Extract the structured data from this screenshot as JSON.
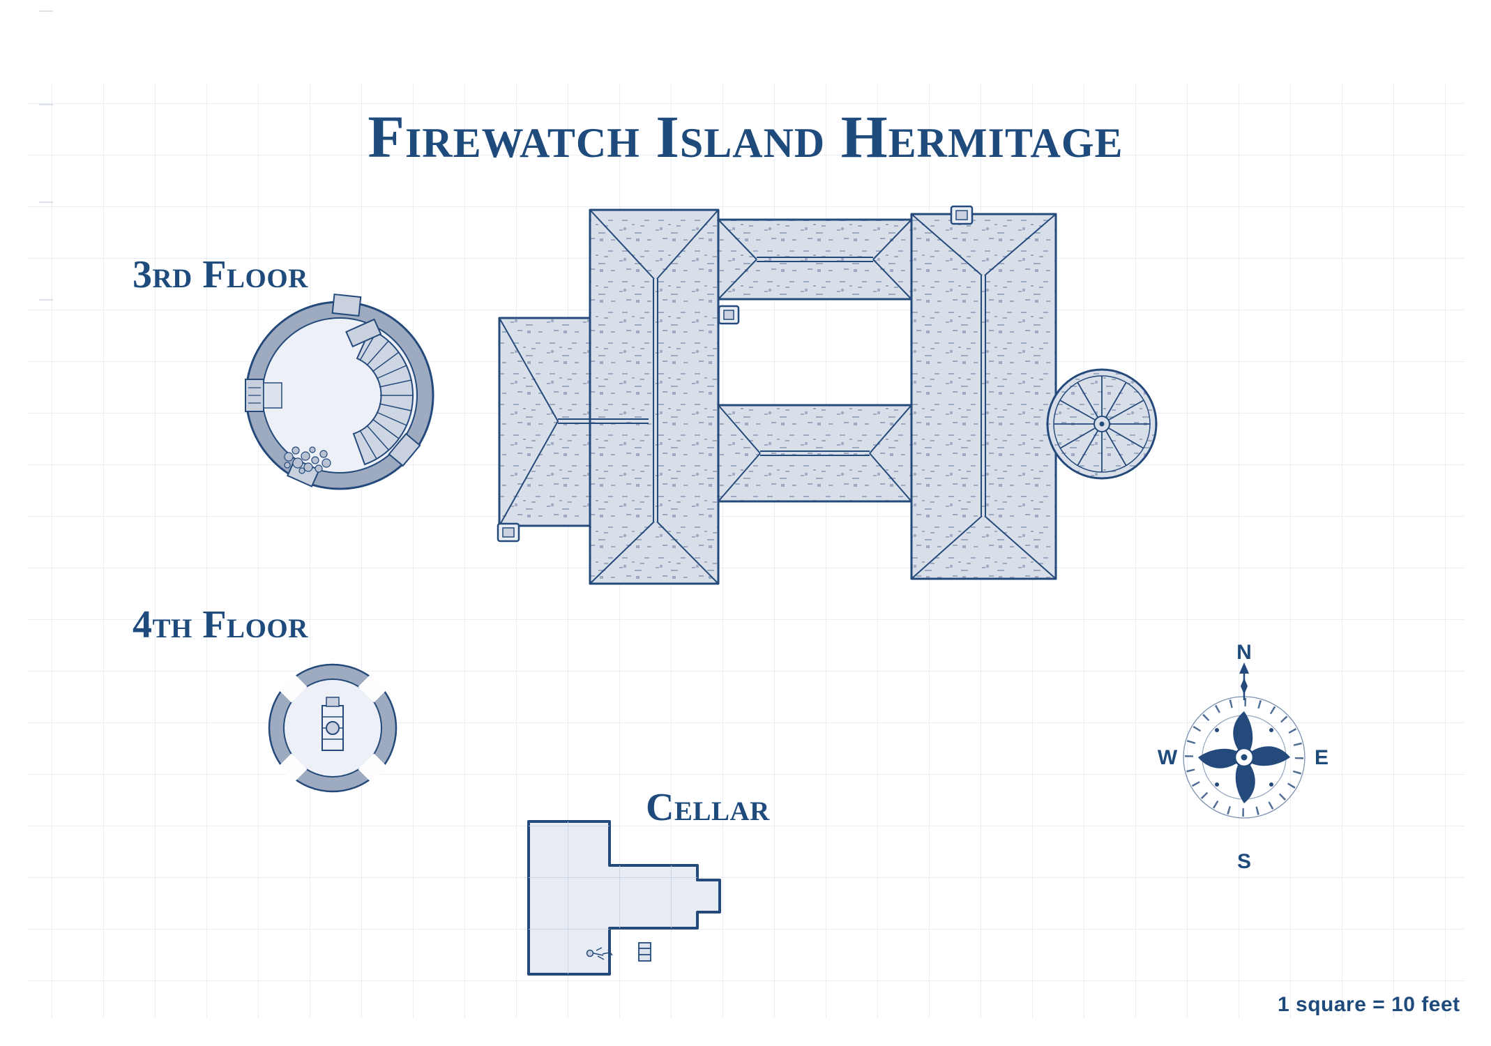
{
  "title": "Firewatch Island Hermitage",
  "labels": {
    "floor3": "3rd Floor",
    "floor4": "4th Floor",
    "cellar": "Cellar"
  },
  "compass": {
    "north": "N",
    "east": "E",
    "south": "S",
    "west": "W"
  },
  "scale_note": "1 square = 10 feet",
  "colors": {
    "ink": "#1e4a7c",
    "outline": "#24497b",
    "roof_fill": "#d9dfe9",
    "wall_gray": "#9daabf",
    "interior": "#edf0f6",
    "grid": "#e2e7f0",
    "background": "#ffffff"
  }
}
